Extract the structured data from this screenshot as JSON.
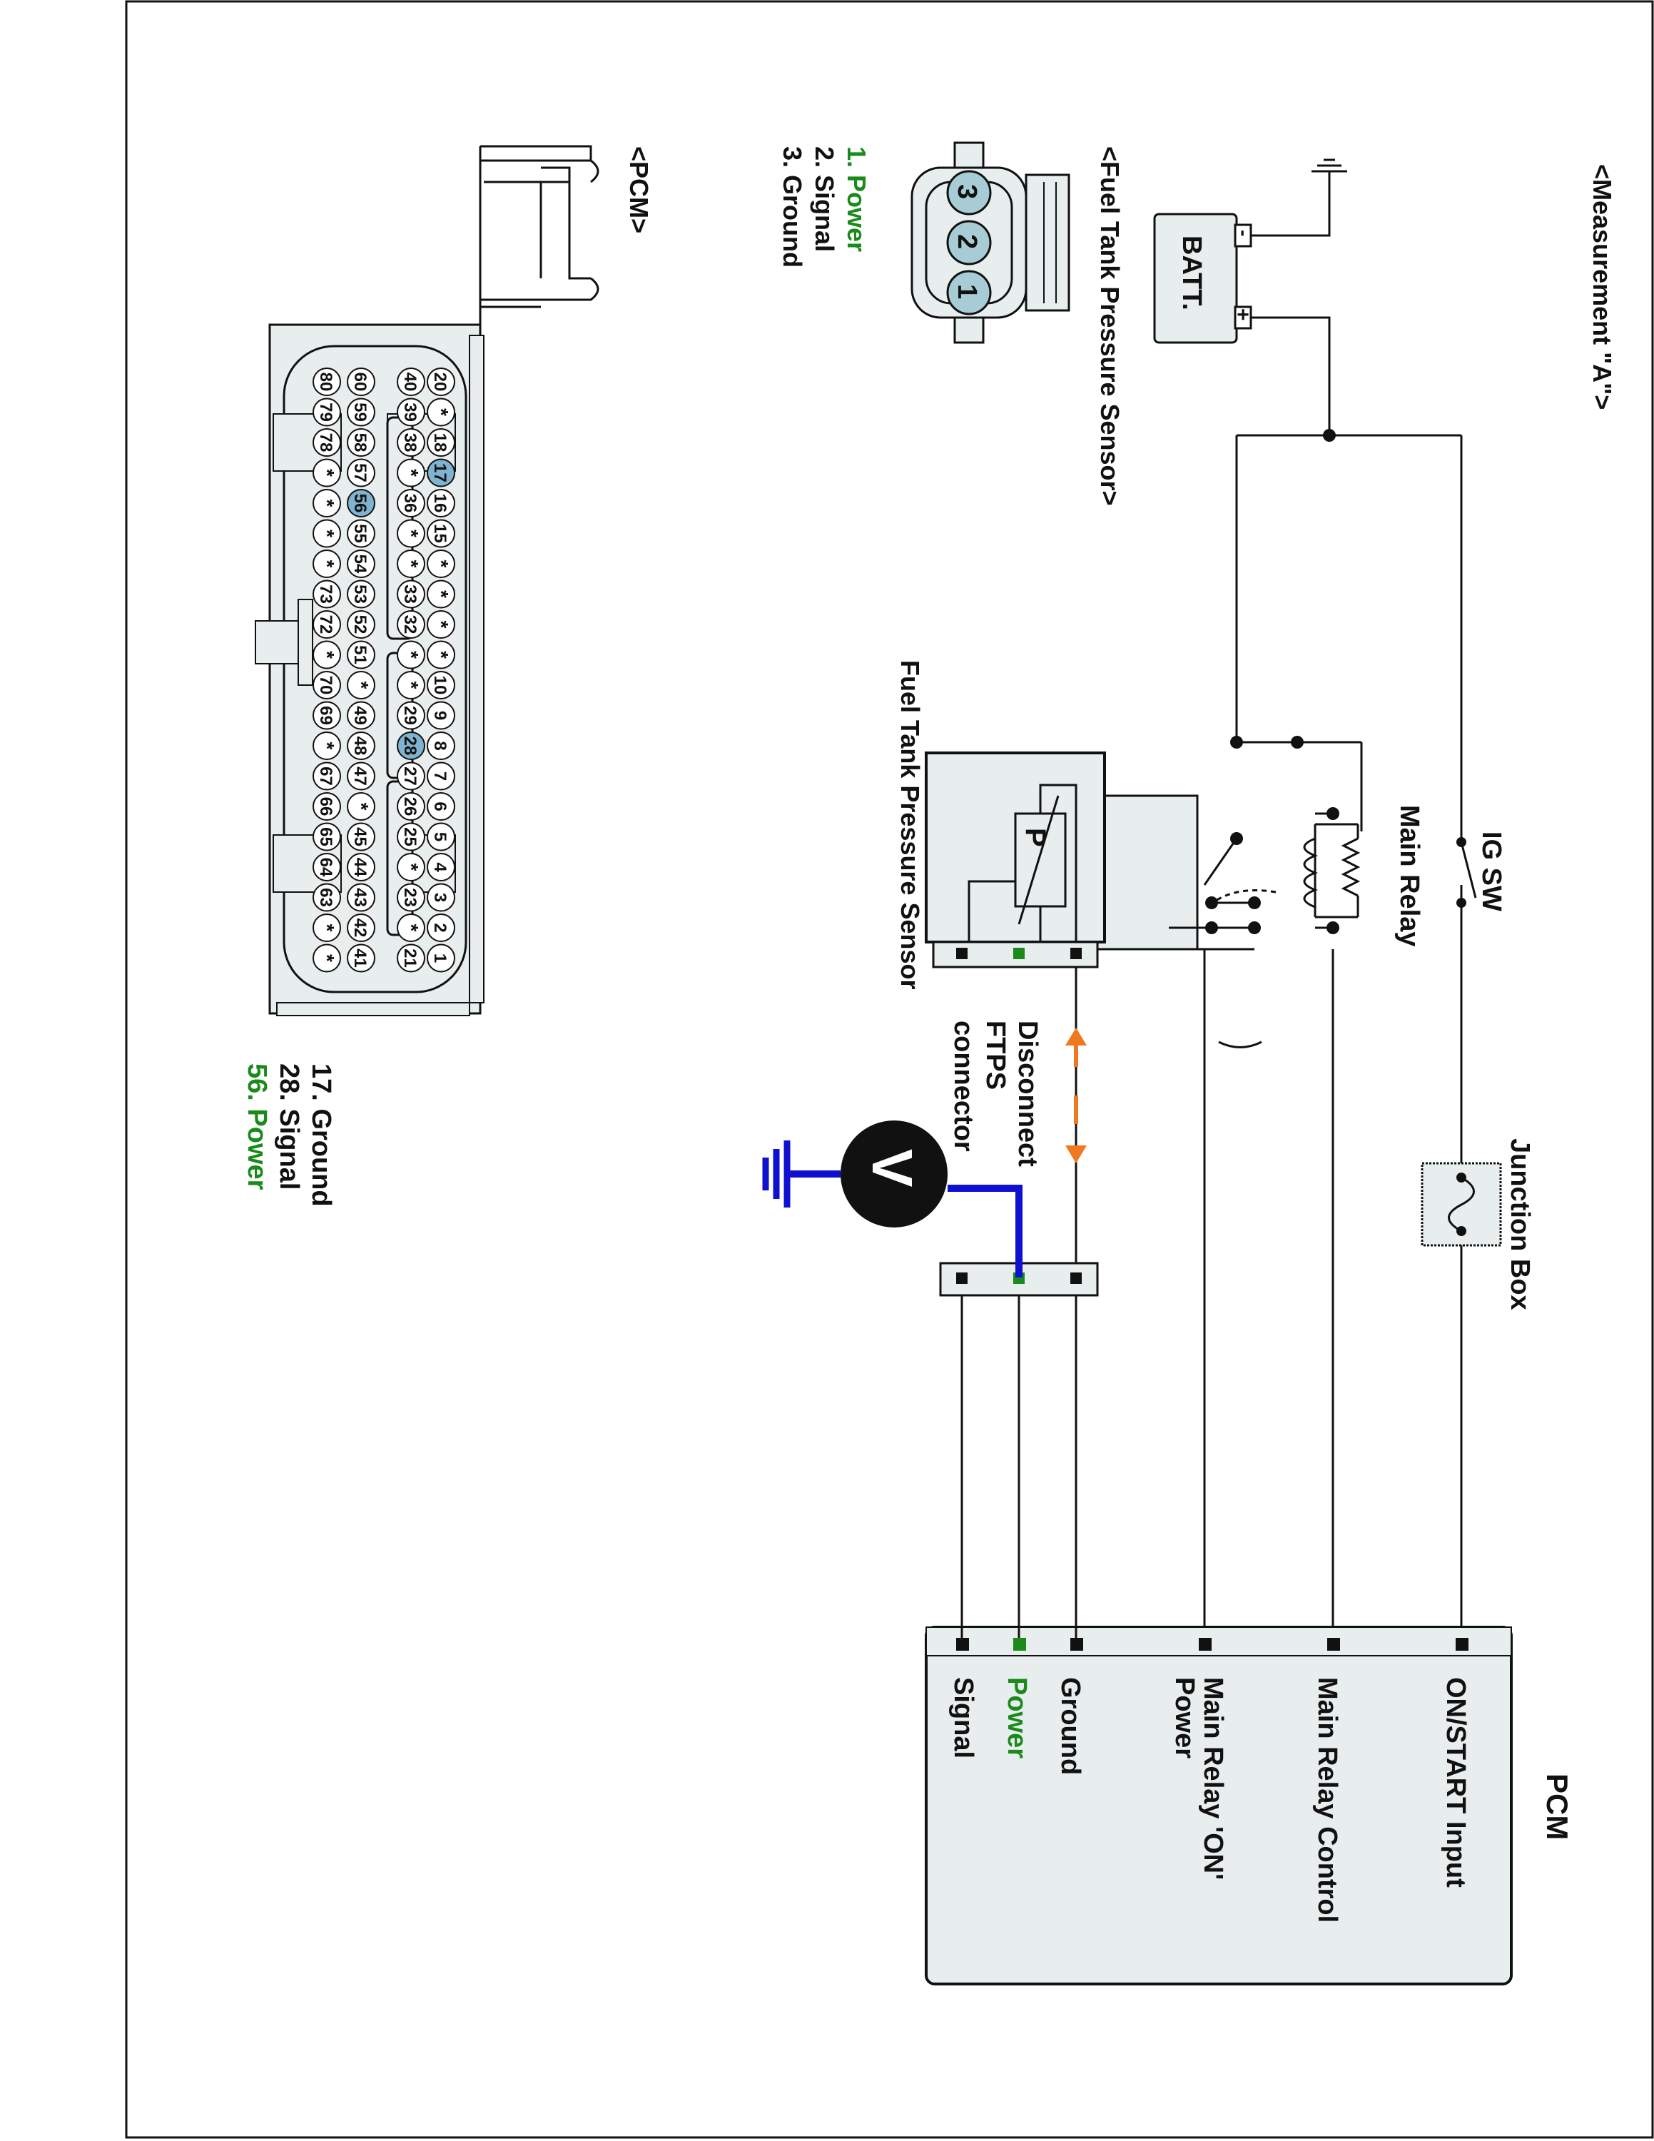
{
  "title": "<Measurement \"A\">",
  "battery": {
    "label": "BATT.",
    "minus": "-",
    "plus": "+"
  },
  "ig_sw": "IG SW",
  "main_relay": "Main Relay",
  "junction_box": "Junction Box",
  "pcm": {
    "label": "PCM",
    "pins": [
      "ON/START Input",
      "Main Relay Control",
      "Main Relay 'ON'",
      "Power",
      "Ground",
      "Power",
      "Signal"
    ]
  },
  "sensor_block": {
    "label": "Fuel Tank Pressure Sensor",
    "p": "P"
  },
  "disconnect": [
    "Disconnect",
    "FTPS",
    "connector"
  ],
  "voltmeter": "V",
  "ftps_connector": {
    "title": "<Fuel Tank Pressure Sensor>",
    "pins": [
      "3",
      "2",
      "1"
    ],
    "legend": [
      "1. Power",
      "2. Signal",
      "3. Ground"
    ]
  },
  "pcm_connector": {
    "title": "<PCM>",
    "rows": [
      [
        "20",
        "*",
        "18",
        "17",
        "16",
        "15",
        "*",
        "*",
        "*",
        "*",
        "10",
        "9",
        "8",
        "7",
        "6",
        "5",
        "4",
        "3",
        "2",
        "1"
      ],
      [
        "40",
        "39",
        "38",
        "*",
        "36",
        "*",
        "*",
        "33",
        "32",
        "*",
        "*",
        "29",
        "28",
        "27",
        "26",
        "25",
        "*",
        "23",
        "*",
        "21"
      ],
      [
        "60",
        "59",
        "58",
        "57",
        "56",
        "55",
        "54",
        "53",
        "52",
        "51",
        "*",
        "49",
        "48",
        "47",
        "*",
        "45",
        "44",
        "43",
        "42",
        "41"
      ],
      [
        "80",
        "79",
        "78",
        "*",
        "*",
        "*",
        "*",
        "73",
        "72",
        "*",
        "70",
        "69",
        "*",
        "67",
        "66",
        "65",
        "64",
        "63",
        "*",
        "*"
      ]
    ],
    "highlighted": [
      "17",
      "28",
      "56"
    ],
    "legend": [
      "17. Ground",
      "28. Signal",
      "56. Power"
    ]
  },
  "colors": {
    "power": "#1a8a1a",
    "probe": "#1010d0",
    "arrow": "#f07820",
    "pin_fill": "#a8ccd6",
    "pin_highlight": "#7fb3cf",
    "housing": "#e8edee"
  }
}
